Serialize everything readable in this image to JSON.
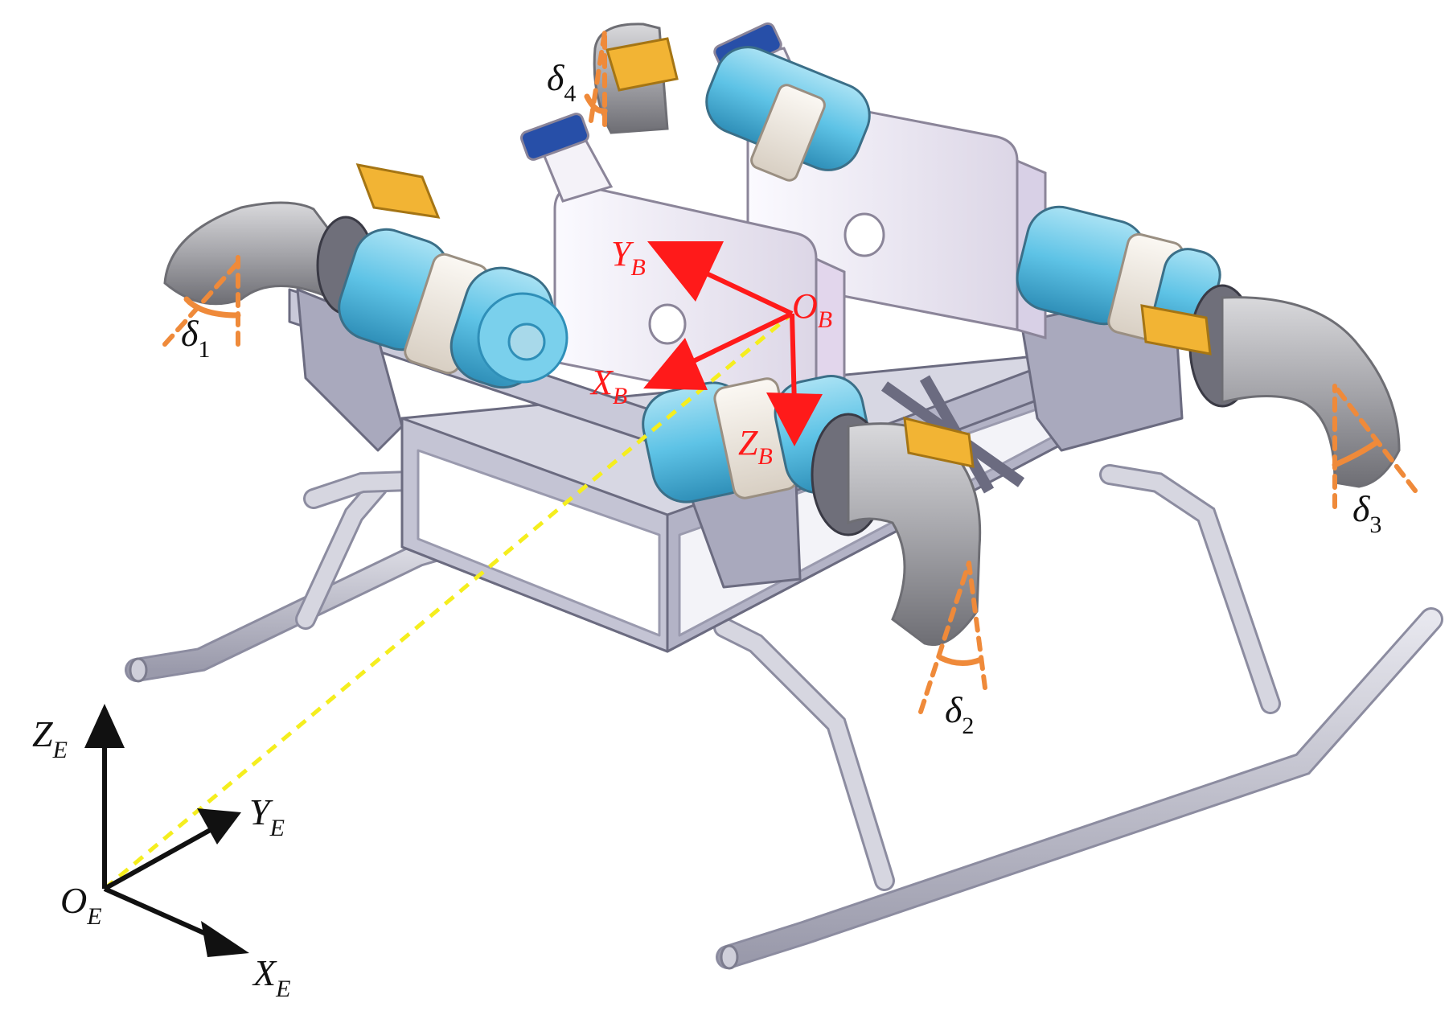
{
  "colors": {
    "background": "#ffffff",
    "frame": "#b9b9c9",
    "frame_dark": "#7d7d92",
    "thruster_blue": "#5ec3e6",
    "thruster_blue_dark": "#2f8fb8",
    "thruster_cream": "#efe7dc",
    "duct_gray": "#8d8d92",
    "duct_light": "#c9c9cd",
    "battery_box": "#f1eef6",
    "servo_yellow": "#f2b434",
    "cap_blue": "#274fa8",
    "angle_orange": "#ef8a3a",
    "body_axes_red": "#ff1a1a",
    "earth_axes_black": "#111111",
    "position_line_yellow": "#f5ee1e"
  },
  "body_frame": {
    "x_axis": "X",
    "x_sub": "B",
    "y_axis": "Y",
    "y_sub": "B",
    "z_axis": "Z",
    "z_sub": "B",
    "origin": "O",
    "origin_sub": "B"
  },
  "earth_frame": {
    "x_axis": "X",
    "x_sub": "E",
    "y_axis": "Y",
    "y_sub": "E",
    "z_axis": "Z",
    "z_sub": "E",
    "origin": "O",
    "origin_sub": "E"
  },
  "deflection_angles": [
    {
      "symbol": "δ",
      "sub": "1"
    },
    {
      "symbol": "δ",
      "sub": "2"
    },
    {
      "symbol": "δ",
      "sub": "3"
    },
    {
      "symbol": "δ",
      "sub": "4"
    }
  ]
}
